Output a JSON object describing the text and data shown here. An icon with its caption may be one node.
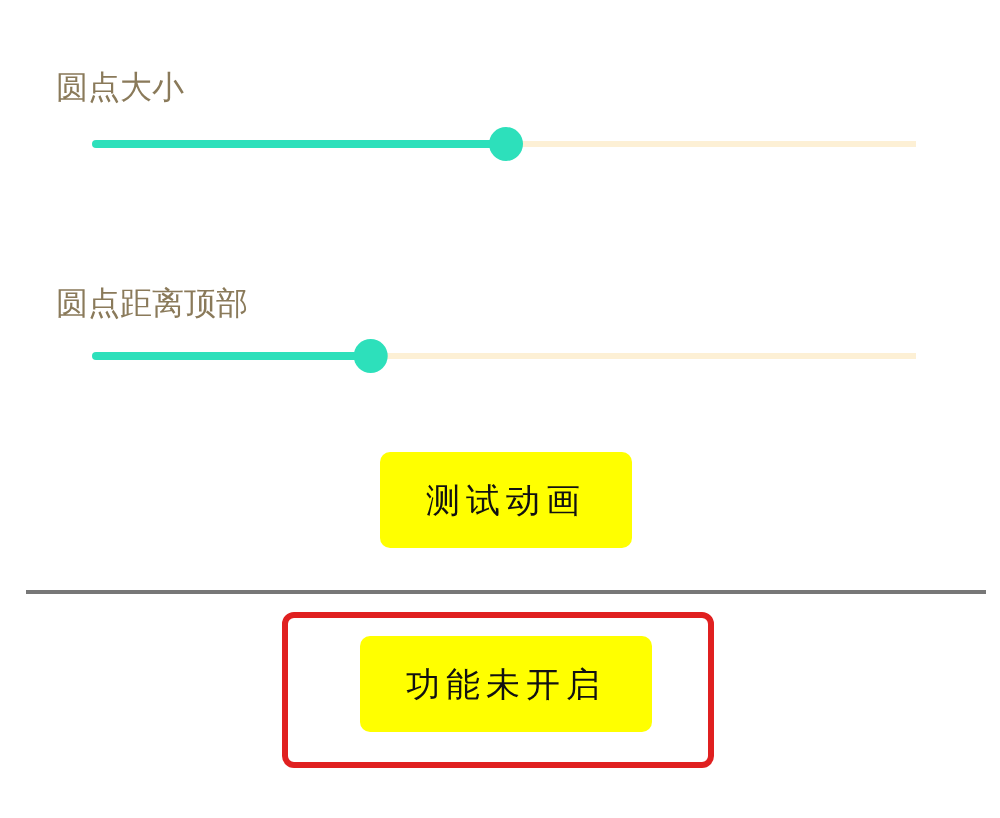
{
  "diagram": {
    "nodes": [
      {
        "text": [
          "测试动画"
        ]
      },
      {
        "text": [],
        "shape": "box"
      },
      {
        "text": [
          "功能未开启"
        ],
        "in": 1
      }
    ],
    "labels": [
      "圆点大小",
      "圆点距离顶部"
    ]
  }
}
